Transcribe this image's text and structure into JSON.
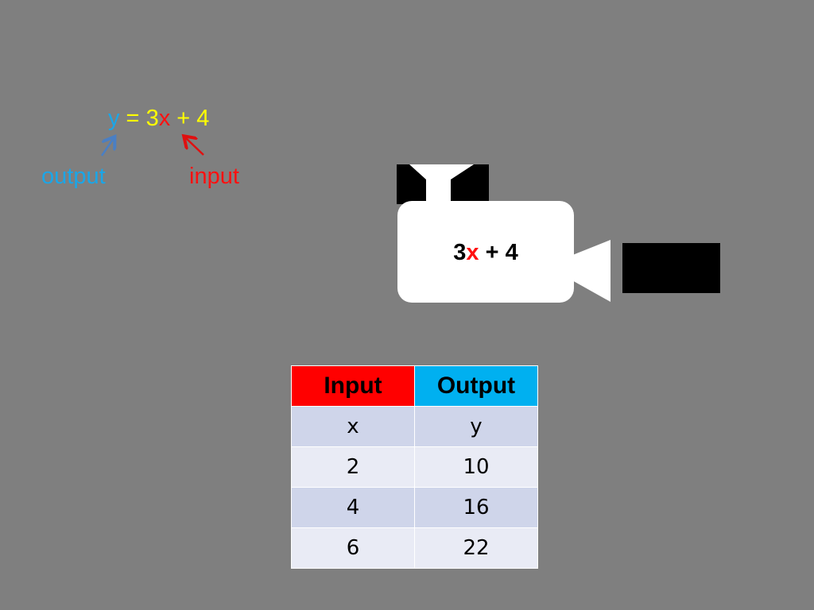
{
  "equation": {
    "y": "y",
    "equals": " = ",
    "coef": "3",
    "x": "x",
    "rest": " + 4"
  },
  "labels": {
    "output": "output",
    "input": "input"
  },
  "machine": {
    "coef": "3",
    "x": "x",
    "rest": " + 4"
  },
  "table": {
    "headers": [
      "Input",
      "Output"
    ],
    "rows": [
      [
        "x",
        "y"
      ],
      [
        "2",
        "10"
      ],
      [
        "4",
        "16"
      ],
      [
        "6",
        "22"
      ]
    ]
  },
  "colors": {
    "background": "#7f7f7f",
    "output": "#1aa6e8",
    "input": "#ff1010",
    "equation": "#ffff00",
    "header_input": "#ff0000",
    "header_output": "#00b0f0"
  }
}
